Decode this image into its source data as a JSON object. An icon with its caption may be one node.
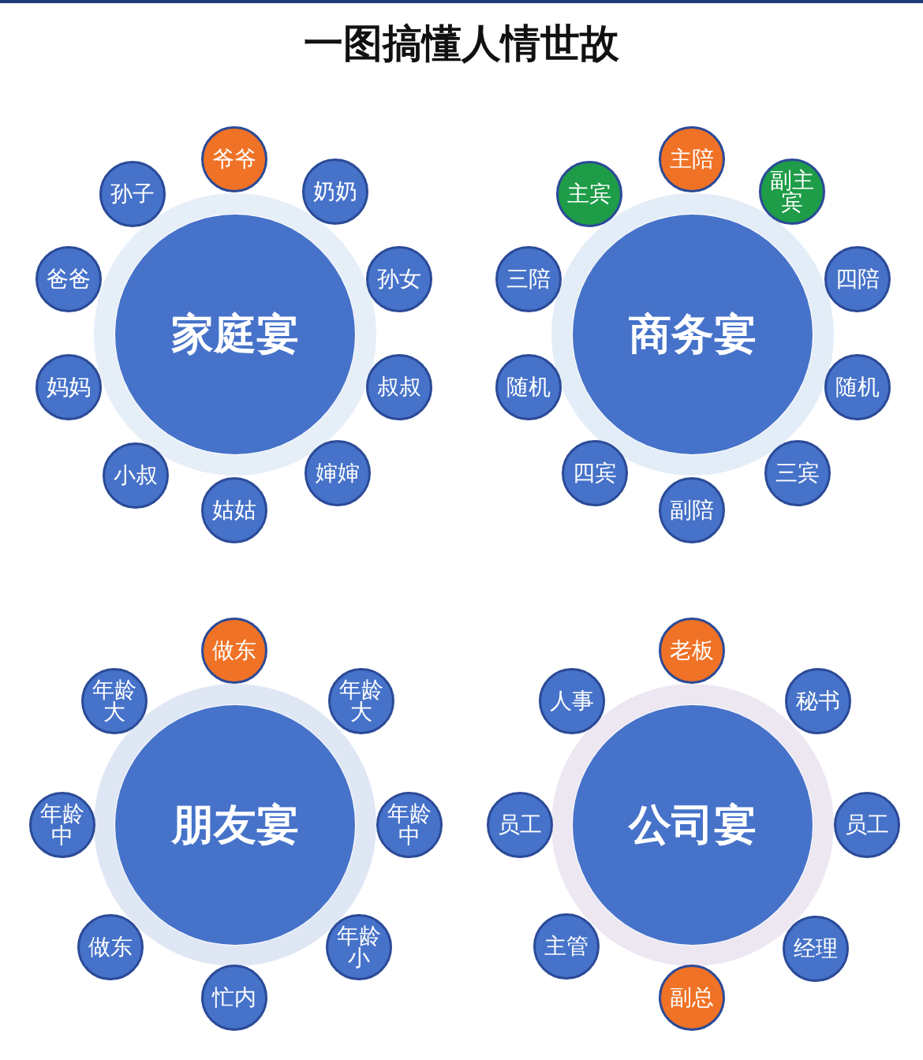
{
  "diagram": {
    "title": "一图搞懂人情世故",
    "nodes": [
      {
        "text": [
          "家庭宴"
        ]
      },
      {
        "text": [
          "爷爷"
        ]
      },
      {
        "text": [
          "奶奶"
        ]
      },
      {
        "text": [
          "孙女"
        ]
      },
      {
        "text": [
          "叔叔"
        ]
      },
      {
        "text": [
          "婶婶"
        ]
      },
      {
        "text": [
          "姑姑"
        ]
      },
      {
        "text": [
          "小叔"
        ]
      },
      {
        "text": [
          "妈妈"
        ]
      },
      {
        "text": [
          "爸爸"
        ]
      },
      {
        "text": [
          "孙子"
        ]
      },
      {
        "text": [
          "商务宴"
        ]
      },
      {
        "text": [
          "主陪"
        ]
      },
      {
        "text": [
          "副主宾"
        ]
      },
      {
        "text": [
          "四陪"
        ]
      },
      {
        "text": [
          "随机"
        ]
      },
      {
        "text": [
          "三宾"
        ]
      },
      {
        "text": [
          "副陪"
        ]
      },
      {
        "text": [
          "四宾"
        ]
      },
      {
        "text": [
          "随机"
        ]
      },
      {
        "text": [
          "三陪"
        ]
      },
      {
        "text": [
          "主宾"
        ]
      },
      {
        "text": [
          "朋友宴"
        ]
      },
      {
        "text": [
          "做东"
        ]
      },
      {
        "text": [
          "年龄大"
        ]
      },
      {
        "text": [
          "年龄中"
        ]
      },
      {
        "text": [
          "年龄小"
        ]
      },
      {
        "text": [
          "忙内"
        ]
      },
      {
        "text": [
          "做东"
        ]
      },
      {
        "text": [
          "年龄中"
        ]
      },
      {
        "text": [
          "年龄大"
        ]
      },
      {
        "text": [
          "公司宴"
        ]
      },
      {
        "text": [
          "老板"
        ]
      },
      {
        "text": [
          "秘书"
        ]
      },
      {
        "text": [
          "员工"
        ]
      },
      {
        "text": [
          "经理"
        ]
      },
      {
        "text": [
          "副总"
        ]
      },
      {
        "text": [
          "主管"
        ]
      },
      {
        "text": [
          "员工"
        ]
      },
      {
        "text": [
          "人事"
        ]
      }
    ]
  }
}
